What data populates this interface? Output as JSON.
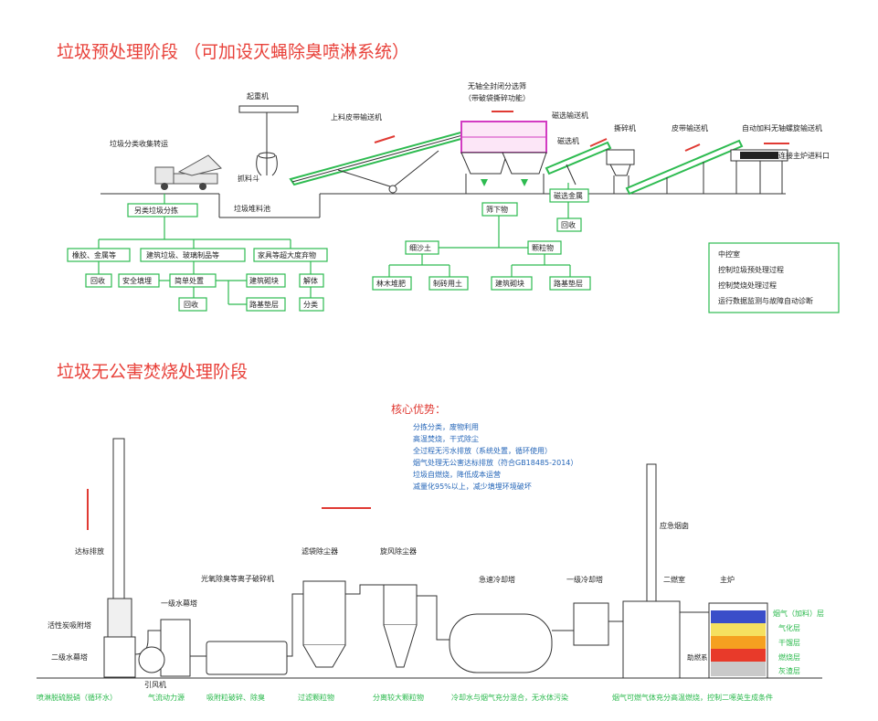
{
  "sections": {
    "pre_title": "垃圾预处理阶段 （可加设灭蝇除臭喷淋系统）",
    "inc_title": "垃圾无公害焚烧处理阶段"
  },
  "pre_labels": {
    "crane": "起重机",
    "grab": "抓料斗",
    "transfer": "垃圾分类收集转运",
    "pit": "垃圾堆料池",
    "feed_conveyor": "上料皮带输送机",
    "drum_screen_1": "无轴全封闭分选筛",
    "drum_screen_2": "（带破袋撕碎功能）",
    "mag_conveyor": "磁选输送机",
    "magnet": "磁选机",
    "shredder": "撕碎机",
    "belt_conveyor": "皮带输送机",
    "auto_feeder": "自动加料无轴螺旋输送机",
    "to_furnace": "连接主炉进料口"
  },
  "pre_boxes": {
    "sort": "另类垃圾分拣",
    "rubber": "橡胶、金属等",
    "construction": "建筑垃圾、玻璃制品等",
    "furniture": "家具等超大度弃物",
    "recycle1": "回收",
    "safe_landfill": "安全填埋",
    "high_temp": "简单处置",
    "recycle2": "回收",
    "brick1": "建筑砌块",
    "road_base1": "路基垫层",
    "dismantle": "解体",
    "sort2": "分类",
    "screen_under": "筛下物",
    "fine_soil": "细沙土",
    "particles": "颗粒物",
    "organic_fert": "林木堆肥",
    "brick_soil": "制砖用土",
    "brick2": "建筑砌块",
    "road_base2": "路基垫层",
    "mag_metal": "磁选金属",
    "recycle3": "回收"
  },
  "control_room": {
    "title": "中控室",
    "items": [
      "控制垃圾预处理过程",
      "控制焚烧处理过程",
      "运行数据监测与故障自动诊断"
    ]
  },
  "advantages": {
    "title": "核心优势：",
    "items": [
      "分拣分类，废物利用",
      "高温焚烧，干式除尘",
      "全过程无污水排放（系统处置，循环使用）",
      "烟气处理无公害达标排放（符合GB18485-2014）",
      "垃圾自燃烧，降低成本运营",
      "减量化95%以上，减少填埋环境破坏"
    ]
  },
  "inc_labels": {
    "chimney": "达标排放",
    "activated_carbon": "活性炭吸附塔",
    "secondary_water": "二级水幕塔",
    "primary_water": "一级水幕塔",
    "fan": "引风机",
    "photo_oxygen": "光氧除臭等离子破碎机",
    "bag_filter": "滤袋除尘器",
    "cyclone": "旋风除尘器",
    "quench": "急速冷却塔",
    "primary_cooling": "一级冷却塔",
    "emergency_stack": "应急烟囱",
    "secondary_chamber": "二燃室",
    "main_furnace": "主炉",
    "burner": "助燃系"
  },
  "furnace_layers": {
    "drying": "烟气（加料）层",
    "gasification": "气化层",
    "dry_dist": "干馏层",
    "combustion": "燃烧层",
    "ash": "灰渣层",
    "colors": [
      "#3a4ec9",
      "#f5e060",
      "#f5a020",
      "#e83a2a",
      "#c9c9c9"
    ]
  },
  "bottom_notes": [
    "喷淋脱硫脱硝（循环水）",
    "气流动力源",
    "吸附粒破碎、除臭",
    "过滤颗粒物",
    "分离较大颗粒物",
    "冷却水与烟气充分混合，无水体污染",
    "烟气可燃气体充分高温燃烧，控制二噁英生成条件"
  ]
}
